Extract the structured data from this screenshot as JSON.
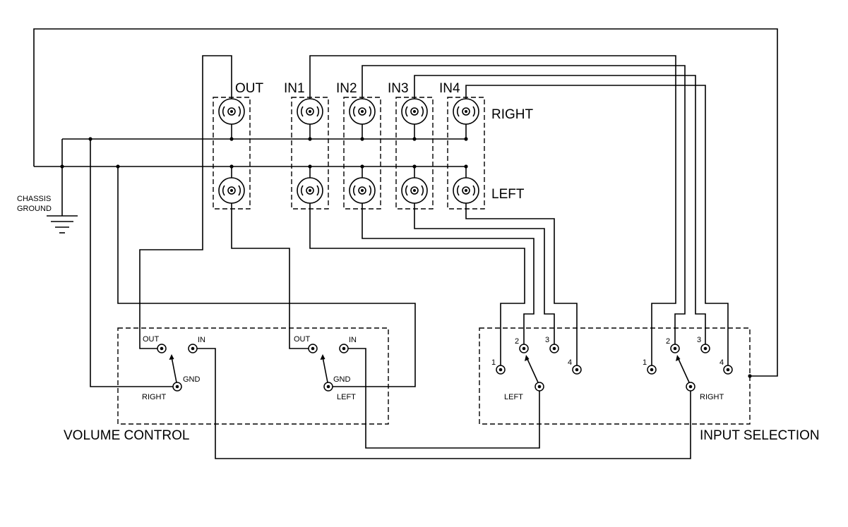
{
  "labels": {
    "out": "OUT",
    "in1": "IN1",
    "in2": "IN2",
    "in3": "IN3",
    "in4": "IN4",
    "right": "RIGHT",
    "left": "LEFT",
    "chassis": "CHASSIS",
    "ground": "GROUND",
    "volume_control": "VOLUME CONTROL",
    "input_selection": "INPUT SELECTION"
  },
  "volume_control": {
    "right": {
      "out": "OUT",
      "in": "IN",
      "gnd": "GND",
      "name": "RIGHT"
    },
    "left": {
      "out": "OUT",
      "in": "IN",
      "gnd": "GND",
      "name": "LEFT"
    }
  },
  "input_selection": {
    "left": {
      "p1": "1",
      "p2": "2",
      "p3": "3",
      "p4": "4",
      "name": "LEFT"
    },
    "right": {
      "p1": "1",
      "p2": "2",
      "p3": "3",
      "p4": "4",
      "name": "RIGHT"
    }
  }
}
